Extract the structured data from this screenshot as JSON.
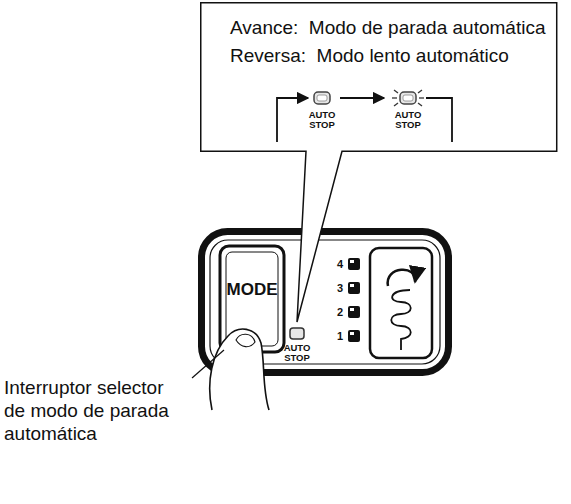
{
  "diagram": {
    "nodes": [
      {
        "text": [
          "Avance:  Modo de parada automática",
          "Reversa:  Modo lento automático",
          "AUTO STOP",
          "AUTO STOP"
        ]
      },
      {
        "text": [
          "AUTO STOP",
          "4",
          "3",
          "2",
          "1"
        ]
      },
      {
        "text": [
          "MODE"
        ],
        "in": 1
      }
    ],
    "labels": [
      "Interruptor selector de modo de parada automática"
    ]
  }
}
